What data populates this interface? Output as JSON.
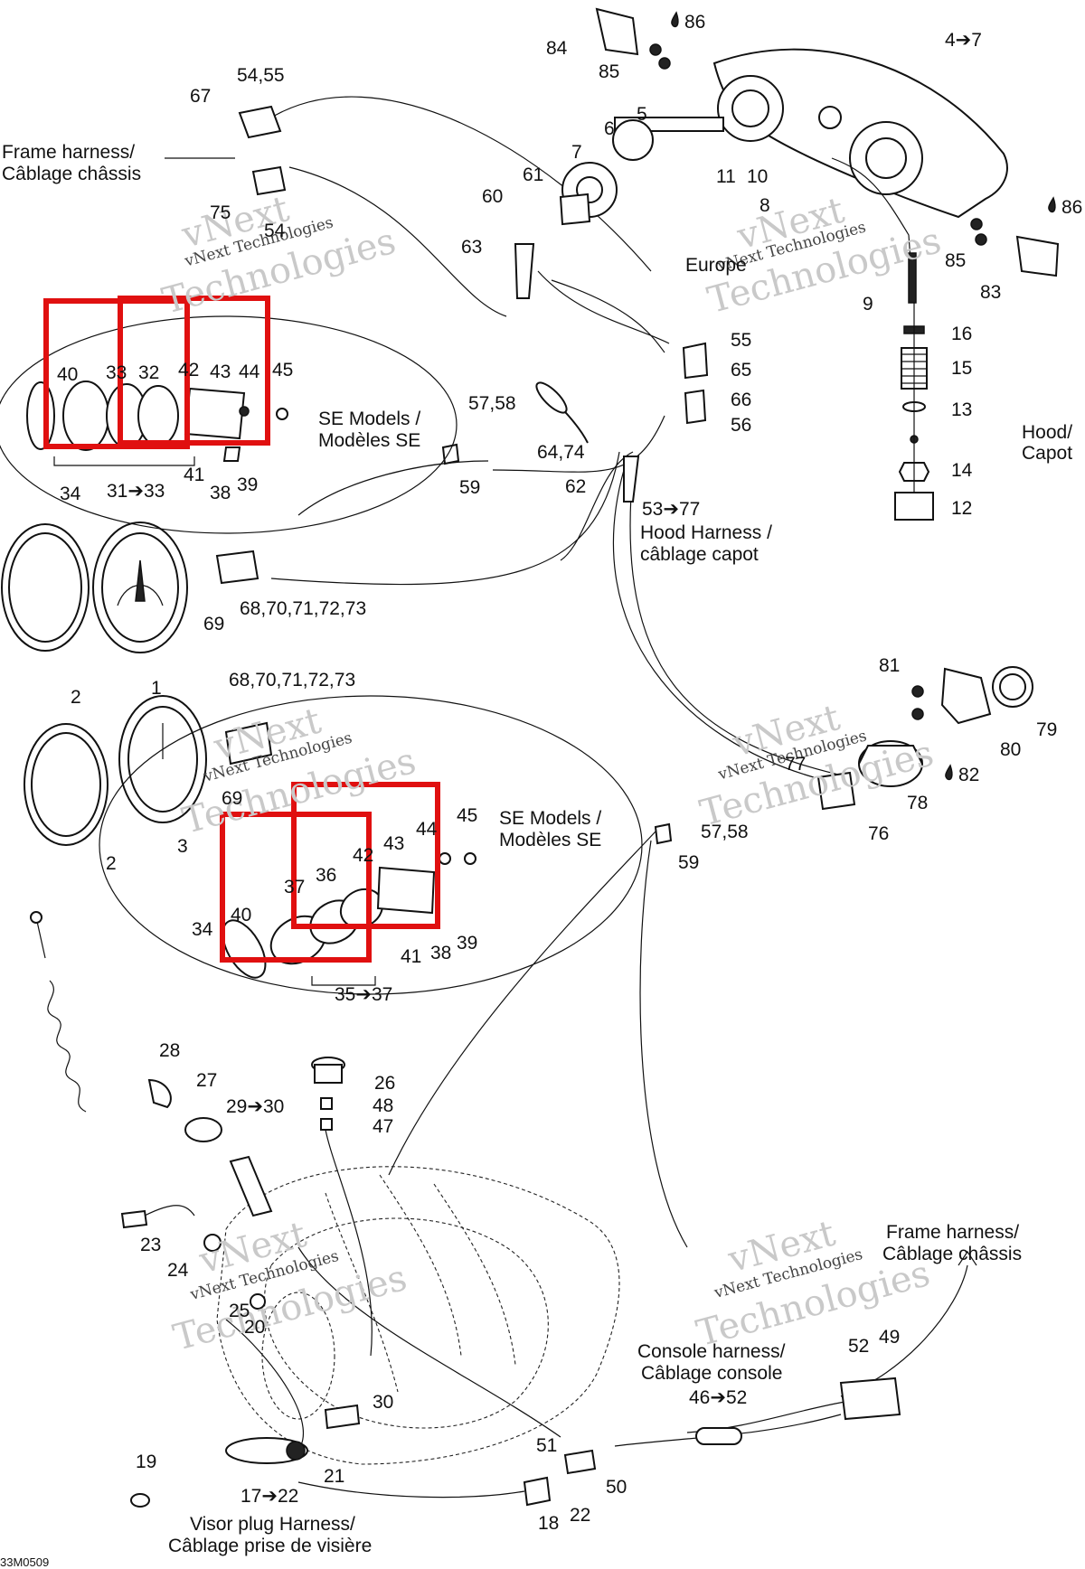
{
  "diagram_code": "33M0509",
  "watermark": {
    "brand": "vNext",
    "company": "Technologies",
    "small": "vNext Technologies"
  },
  "captions": {
    "frame_harness_top_1": "Frame harness/",
    "frame_harness_top_2": "Câblage châssis",
    "se_top_1": "SE Models /",
    "se_top_2": "Modèles SE",
    "hood_harness_1": "Hood Harness /",
    "hood_harness_2": "câblage capot",
    "hood_1": "Hood/",
    "hood_2": "Capot",
    "europe": "Europe",
    "se_bottom_1": "SE Models /",
    "se_bottom_2": "Modèles SE",
    "frame_harness_bottom_1": "Frame harness/",
    "frame_harness_bottom_2": "Câblage châssis",
    "console_harness_1": "Console harness/",
    "console_harness_2": "Câblage console",
    "visor_1": "Visor plug Harness/",
    "visor_2": "Câblage prise de visière"
  },
  "callouts": {
    "c1": "1",
    "c2a": "2",
    "c2b": "2",
    "c3": "3",
    "c4_7": "4➔7",
    "c5": "5",
    "c6": "6",
    "c7": "7",
    "c8": "8",
    "c9": "9",
    "c10": "10",
    "c11": "11",
    "c12": "12",
    "c13": "13",
    "c14": "14",
    "c15": "15",
    "c16": "16",
    "c17_22": "17➔22",
    "c18": "18",
    "c19": "19",
    "c20": "20",
    "c21": "21",
    "c22": "22",
    "c23": "23",
    "c24": "24",
    "c25": "25",
    "c26": "26",
    "c27": "27",
    "c28": "28",
    "c29_30": "29➔30",
    "c30": "30",
    "c31_33": "31➔33",
    "c32": "32",
    "c33": "33",
    "c34a": "34",
    "c34b": "34",
    "c35_37": "35➔37",
    "c36": "36",
    "c37": "37",
    "c38a": "38",
    "c38b": "38",
    "c39a": "39",
    "c39b": "39",
    "c40a": "40",
    "c40b": "40",
    "c41a": "41",
    "c41b": "41",
    "c42a": "42",
    "c42b": "42",
    "c43a": "43",
    "c43b": "43",
    "c44a": "44",
    "c44b": "44",
    "c45a": "45",
    "c45b": "45",
    "c46_52": "46➔52",
    "c47": "47",
    "c48": "48",
    "c49": "49",
    "c50": "50",
    "c51": "51",
    "c52": "52",
    "c53_77": "53➔77",
    "c54": "54",
    "c54_55": "54,55",
    "c55": "55",
    "c56": "56",
    "c57_58a": "57,58",
    "c57_58b": "57,58",
    "c59a": "59",
    "c59b": "59",
    "c60": "60",
    "c61": "61",
    "c62": "62",
    "c63": "63",
    "c64_74": "64,74",
    "c65": "65",
    "c66": "66",
    "c67": "67",
    "c68a": "68,70,71,72,73",
    "c68b": "68,70,71,72,73",
    "c69a": "69",
    "c69b": "69",
    "c75": "75",
    "c76": "76",
    "c77": "77",
    "c78": "78",
    "c79": "79",
    "c80": "80",
    "c81": "81",
    "c82": "82",
    "c83": "83",
    "c84": "84",
    "c85a": "85",
    "c85b": "85",
    "c86a": "86",
    "c86b": "86"
  },
  "highlight_color": "#e01010"
}
